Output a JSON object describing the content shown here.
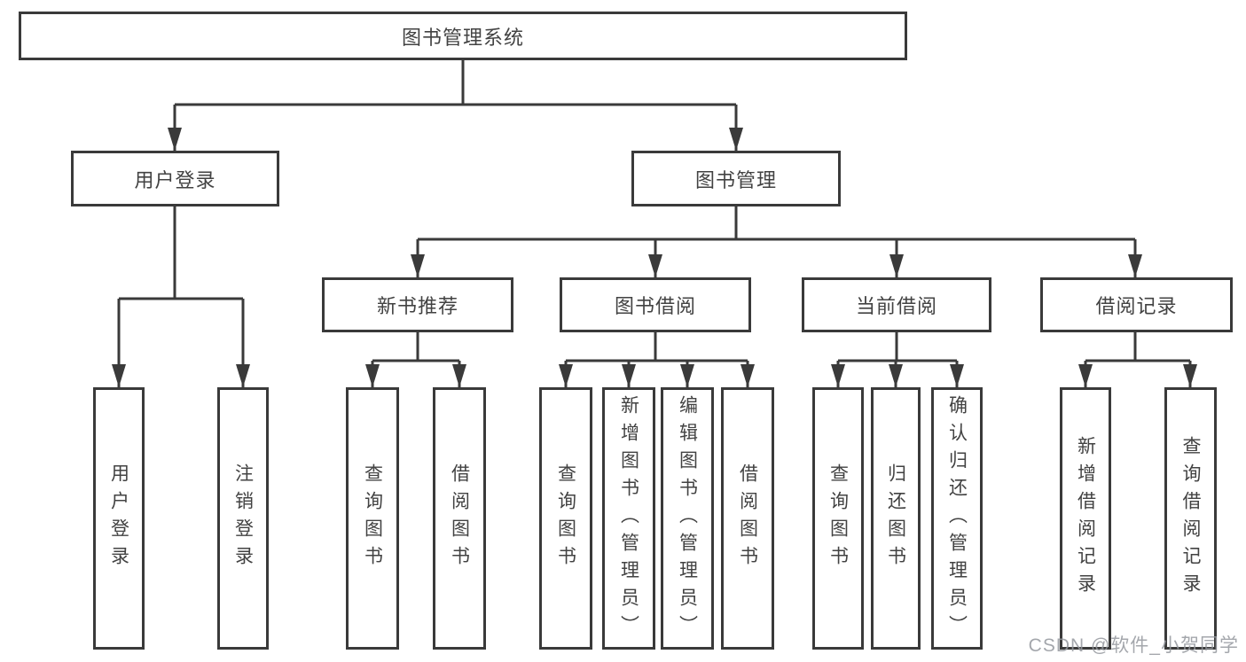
{
  "diagram": {
    "type": "tree",
    "colors": {
      "line": "#3a3a3a",
      "box_border": "#3a3a3a",
      "box_bg": "#ffffff",
      "text": "#424242",
      "watermark": "#94989e"
    },
    "root": {
      "label": "图书管理系统"
    },
    "branches": [
      {
        "label": "用户登录",
        "leaves": [
          "用户登录",
          "注销登录"
        ]
      },
      {
        "label": "图书管理",
        "children": [
          {
            "label": "新书推荐",
            "leaves": [
              "查询图书",
              "借阅图书"
            ]
          },
          {
            "label": "图书借阅",
            "leaves": [
              "查询图书",
              "新增图书（管理员）",
              "编辑图书（管理员）",
              "借阅图书"
            ]
          },
          {
            "label": "当前借阅",
            "leaves": [
              "查询图书",
              "归还图书",
              "确认归还（管理员）"
            ]
          },
          {
            "label": "借阅记录",
            "leaves": [
              "新增借阅记录",
              "查询借阅记录"
            ]
          }
        ]
      }
    ]
  },
  "watermark": {
    "text": "CSDN @软件_小贺同学"
  }
}
